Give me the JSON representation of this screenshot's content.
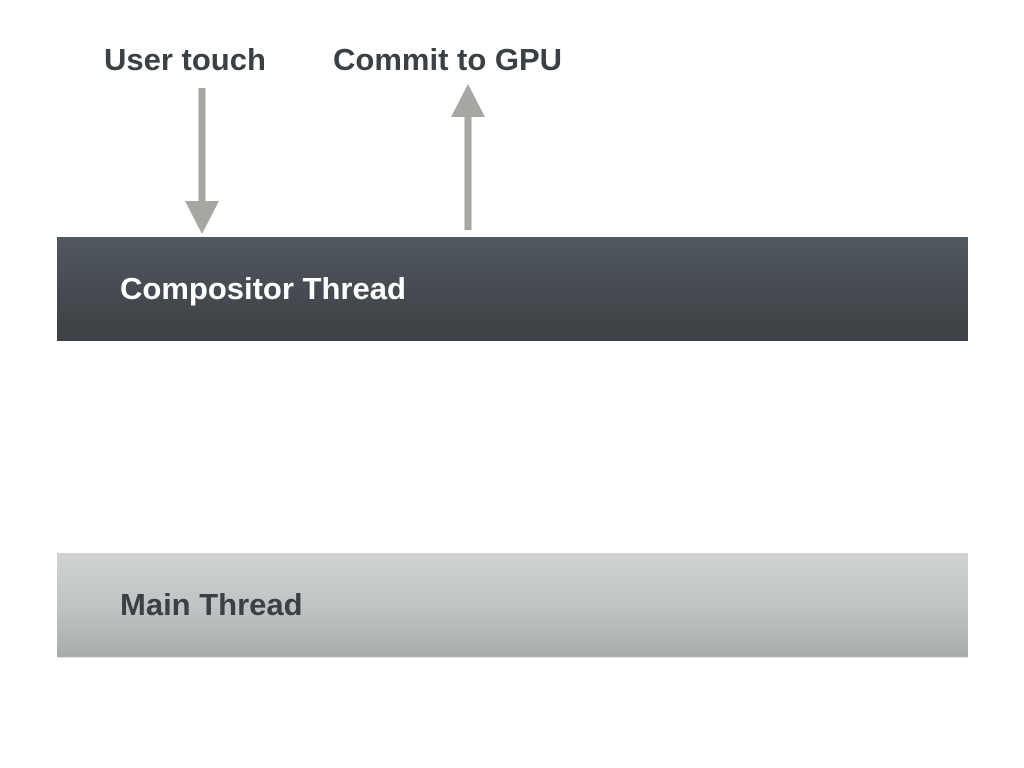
{
  "canvas": {
    "background": "#ffffff"
  },
  "annotations": {
    "user_touch": {
      "label": "User touch"
    },
    "commit_to_gpu": {
      "label": "Commit to GPU"
    },
    "text_color": "#3b4045"
  },
  "arrows": {
    "color": "#a6a6a3",
    "down_arrow_meaning": "User touch event delivered to Compositor Thread",
    "up_arrow_meaning": "Compositor Thread commits frame to GPU"
  },
  "threads": {
    "compositor": {
      "label": "Compositor Thread",
      "gradient_top": "#535962",
      "gradient_bottom": "#3d4145",
      "text_color": "#ffffff"
    },
    "main": {
      "label": "Main Thread",
      "gradient_top": "#d1d3d4",
      "gradient_bottom": "#a9acad",
      "text_color": "#3b4045"
    }
  }
}
